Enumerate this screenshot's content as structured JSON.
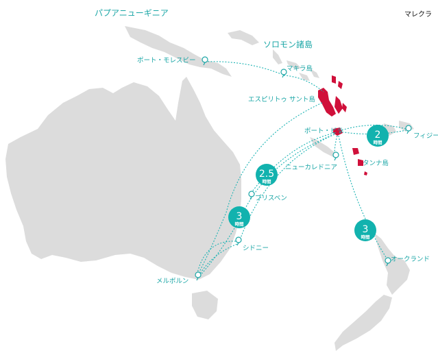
{
  "regions": {
    "papua_new_guinea": "パプアニューギニア",
    "solomon_islands": "ソロモン諸島",
    "malekula": "マレクラ"
  },
  "places": {
    "port_moresby": "ポート・モレスビー",
    "makira": "マキラ島",
    "espiritu_santo": "エスピリトゥ サント島",
    "port_vila": "ポート・ビラ",
    "fiji": "フィジー",
    "new_caledonia": "ニューカレドニア",
    "tanna": "タンナ島",
    "brisbane": "ブリスベン",
    "sydney": "シドニー",
    "melbourne": "メルボルン",
    "auckland": "オークランド"
  },
  "flight_times": {
    "unit": "時間",
    "fiji": "2",
    "brisbane": "2.5",
    "sydney": "3",
    "auckland": "3"
  },
  "colors": {
    "land": "#dcdcdc",
    "vanuatu": "#d0103a",
    "route": "#1bb3b3",
    "label": "#1aa6a6"
  }
}
